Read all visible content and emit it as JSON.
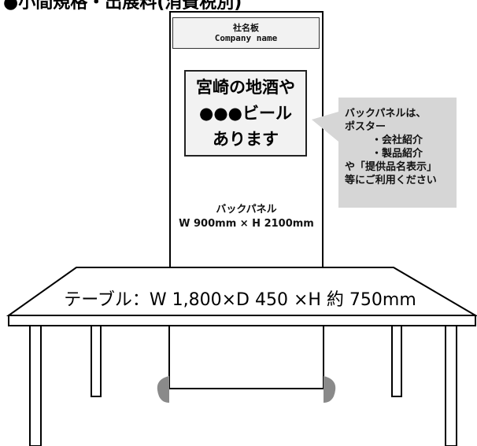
{
  "heading": "●小間規格・出展料(消費税別)",
  "name_plate": {
    "line1": "社名板",
    "line2": "Company name"
  },
  "poster": {
    "line1": "宮崎の地酒や",
    "line2": "●●●ビール",
    "line3": "あります"
  },
  "back_panel": {
    "label": "バックパネル",
    "size": "W 900mm × H 2100mm"
  },
  "callout": {
    "line1": "バックパネルは、",
    "line2": "ポスター",
    "line3": "・会社紹介",
    "line4": "・製品紹介",
    "line5": "や「提供品名表示」",
    "line6": "等にご利用ください"
  },
  "table": {
    "label": "テーブル：W 1,800×D 450 ×H 約 750mm"
  },
  "colors": {
    "callout_bg": "#d6d6d6",
    "foot_shadow": "#8a8a8a",
    "plate_bg": "#f2f2f2"
  }
}
